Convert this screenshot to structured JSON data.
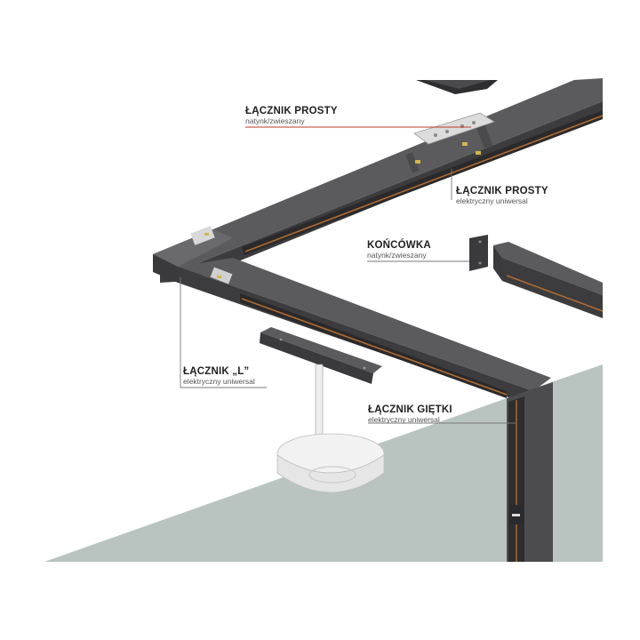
{
  "labels": {
    "straight_top": {
      "title": "ŁĄCZNIK PROSTY",
      "sub": "natynk/zwieszany"
    },
    "straight_mid": {
      "title": "ŁĄCZNIK PROSTY",
      "sub": "elektryczny uniwersal"
    },
    "endcap": {
      "title": "KOŃCÓWKA",
      "sub": "natynk/zwieszany"
    },
    "l_connector": {
      "title": "ŁĄCZNIK „L”",
      "sub": "elektryczny uniwersal"
    },
    "flex_connector": {
      "title": "ŁĄCZNIK GIĘTKI",
      "sub": "elektryczny uniwersal"
    }
  },
  "colors": {
    "rail_top": "#5b5b5e",
    "rail_side": "#3c3c3f",
    "rail_channel": "#2a2a2c",
    "copper": "#b26a2e",
    "wall": "#b9c4c1",
    "leader_red": "#c0392b",
    "leader_gray": "#777777",
    "plate": "#dcdcdc"
  }
}
